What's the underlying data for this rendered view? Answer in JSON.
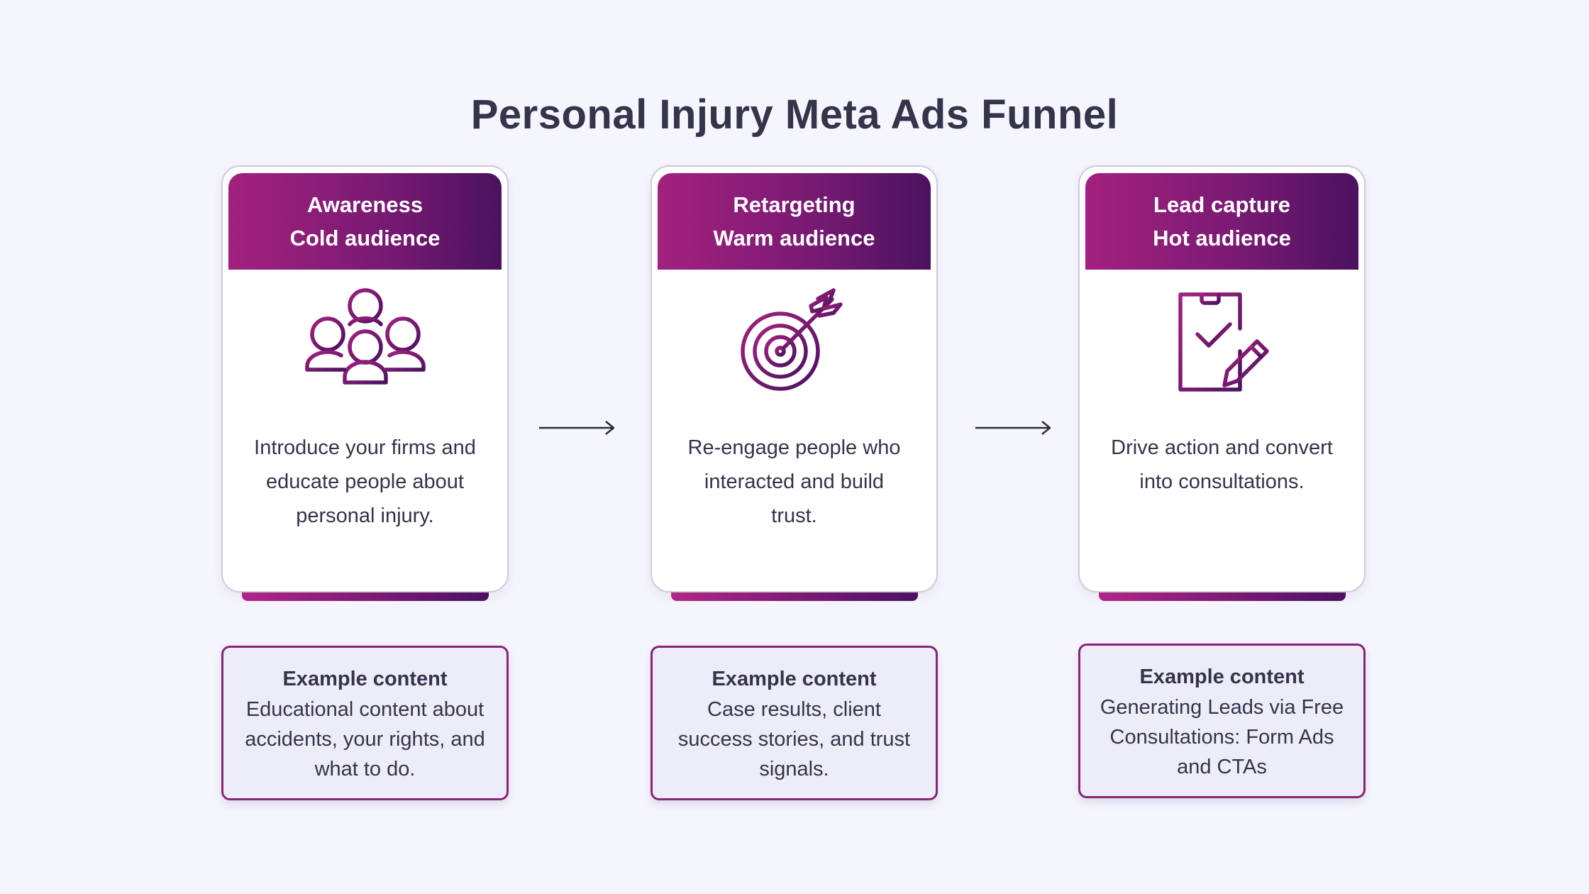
{
  "title": "Personal Injury Meta Ads Funnel",
  "colors": {
    "background": "#f5f5fe",
    "gradient_start": "#a3217e",
    "gradient_end": "#4b1260",
    "text": "#34344a",
    "example_border": "#8a2474"
  },
  "stages": [
    {
      "stage": "Awareness",
      "audience": "Cold audience",
      "icon": "people-group-icon",
      "description": "Introduce your firms and educate people about personal injury.",
      "example_title": "Example content",
      "example_text": "Educational content about accidents, your rights, and what to do."
    },
    {
      "stage": "Retargeting",
      "audience": "Warm audience",
      "icon": "target-arrow-icon",
      "description": "Re-engage people who interacted and build trust.",
      "example_title": "Example content",
      "example_text": "Case results, client success stories, and trust signals."
    },
    {
      "stage": "Lead capture",
      "audience": "Hot audience",
      "icon": "clipboard-check-pencil-icon",
      "description": "Drive action and convert into consultations.",
      "example_title": "Example content",
      "example_text": "Generating Leads via Free Consultations: Form Ads and CTAs"
    }
  ]
}
